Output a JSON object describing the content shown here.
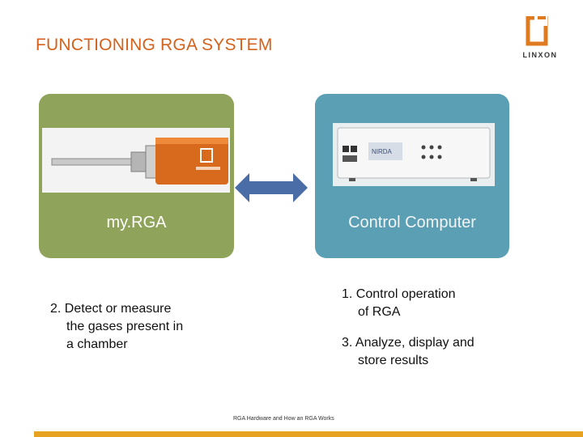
{
  "slide": {
    "title": "FUNCTIONING RGA SYSTEM",
    "logo_text": "LINXON",
    "footer": "RGA Hardware and How an RGA Works"
  },
  "panels": {
    "left": {
      "label": "my.RGA",
      "device": "rga-sensor"
    },
    "right": {
      "label": "Control Computer",
      "device": "control-unit",
      "device_brand": "NIRDA"
    }
  },
  "notes": {
    "detect_line1": "2. Detect or measure",
    "detect_line2": "the gases present in",
    "detect_line3": "a chamber",
    "control_line1": "1. Control operation",
    "control_line2": "of RGA",
    "analyze_line1": "3. Analyze, display and",
    "analyze_line2": "store results"
  },
  "colors": {
    "title": "#d4621c",
    "left_panel": "#8fa35b",
    "right_panel": "#5b9fb5",
    "arrow": "#4a6da8",
    "accent_bar": "#e8a222"
  }
}
